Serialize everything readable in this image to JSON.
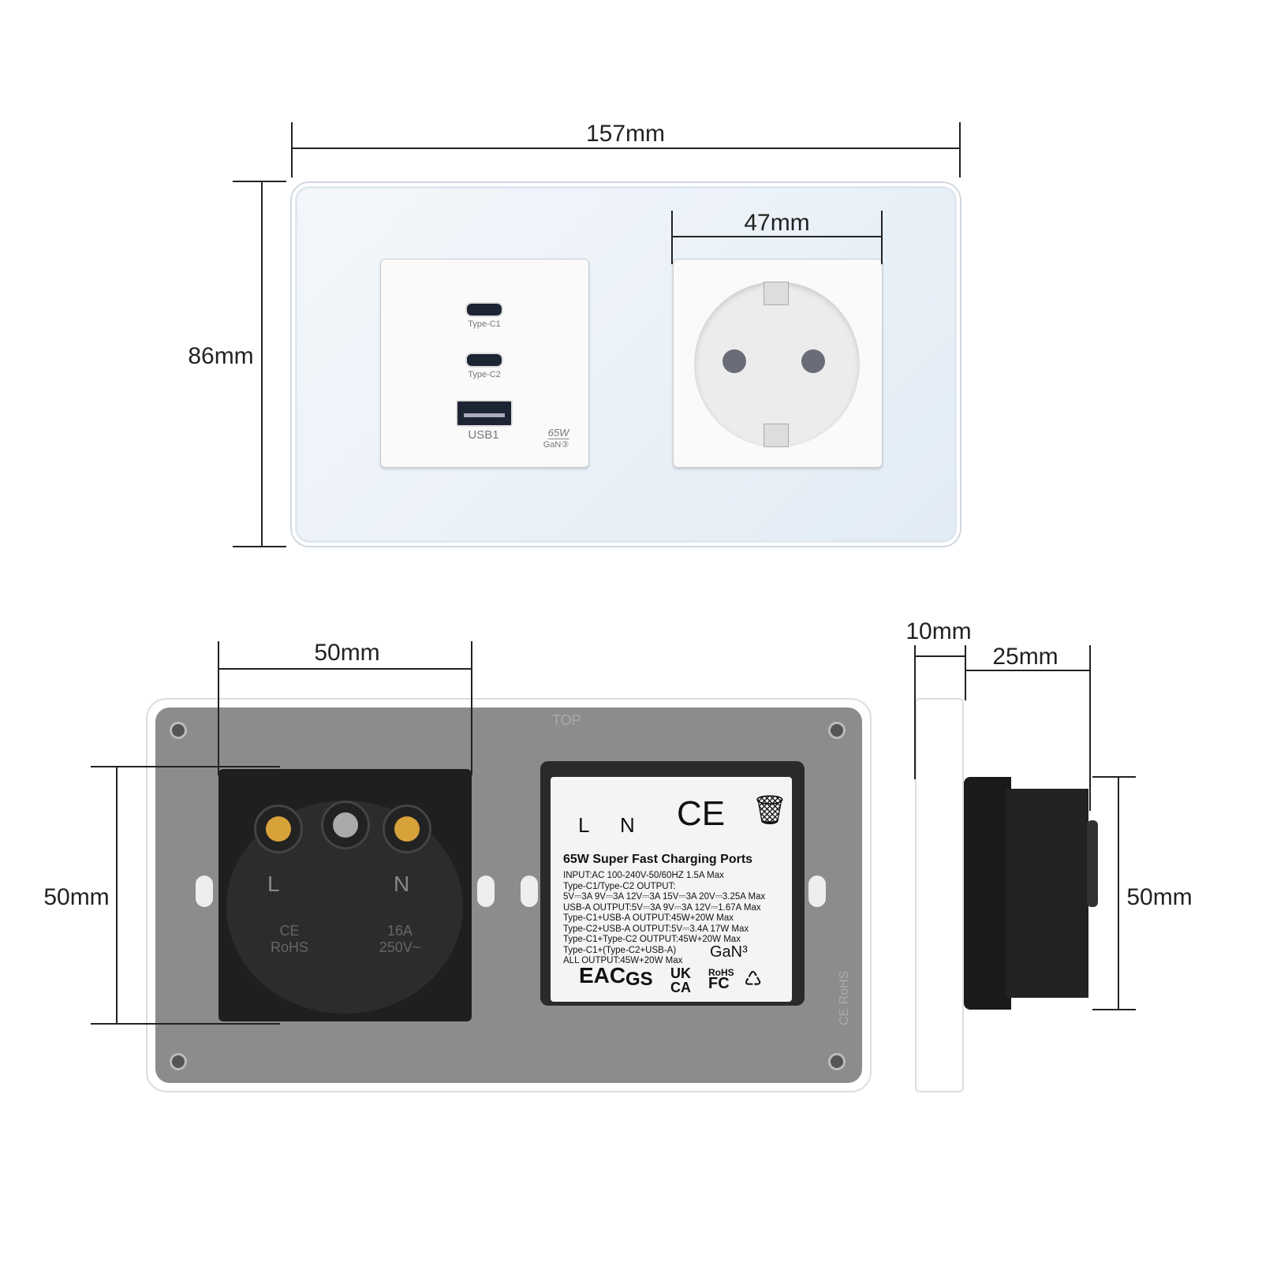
{
  "dimensions": {
    "width_total": "157mm",
    "height_total": "86mm",
    "module_width": "47mm",
    "back_socket_width": "50mm",
    "back_socket_height": "50mm",
    "plate_thickness": "10mm",
    "depth": "25mm",
    "side_height": "50mm"
  },
  "front": {
    "usb_module": {
      "port1": "Type-C1",
      "port2": "Type-C2",
      "port3": "USB1",
      "badge_power": "65W",
      "badge_gan": "GaN③"
    }
  },
  "back": {
    "top_marker": "TOP",
    "socket_terminals": [
      "L",
      "N"
    ],
    "socket_marks": [
      "CE RoHS",
      "16A 250V~"
    ],
    "side_marks": "CE RoHS",
    "label": {
      "terminals": [
        "L",
        "N"
      ],
      "title": "65W Super Fast Charging Ports",
      "lines": [
        "INPUT:AC 100-240V-50/60HZ 1.5A Max",
        "Type-C1/Type-C2 OUTPUT:",
        "5V⎓3A 9V⎓3A 12V⎓3A 15V⎓3A 20V⎓3.25A Max",
        "USB-A OUTPUT:5V⎓3A 9V⎓3A 12V⎓1.67A Max",
        "Type-C1+USB-A OUTPUT:45W+20W Max",
        "Type-C2+USB-A OUTPUT:5V⎓3.4A 17W Max",
        "Type-C1+Type-C2 OUTPUT:45W+20W Max",
        "Type-C1+(Type-C2+USB-A)",
        "ALL OUTPUT:45W+20W Max"
      ],
      "gan": "GaN³",
      "certs": [
        "CE",
        "EAC",
        "GS",
        "UK CA",
        "RoHS",
        "FC"
      ]
    }
  }
}
